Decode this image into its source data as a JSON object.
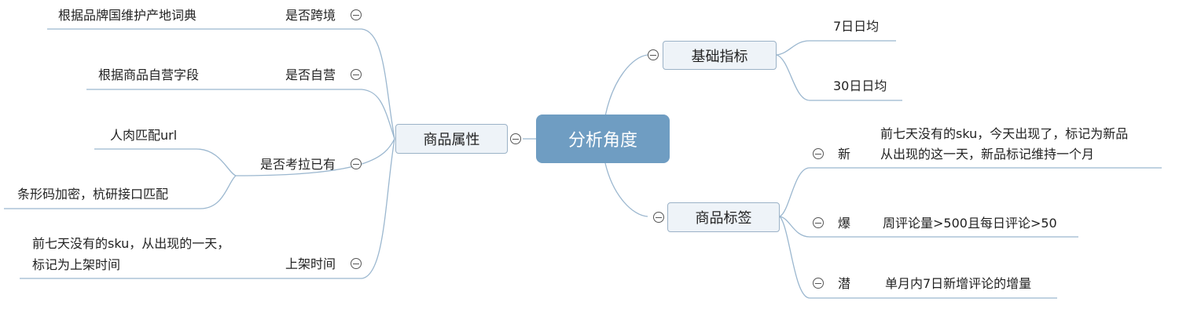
{
  "central": {
    "label": "分析角度"
  },
  "left_branch": {
    "label": "商品属性",
    "children": [
      {
        "label": "是否跨境",
        "notes": [
          "根据品牌国维护产地词典"
        ]
      },
      {
        "label": "是否自营",
        "notes": [
          "根据商品自营字段"
        ]
      },
      {
        "label": "是否考拉已有",
        "notes": [
          "人肉匹配url",
          "条形码加密，杭研接口匹配"
        ]
      },
      {
        "label": "上架时间",
        "notes": [
          "前七天没有的sku，从出现的一天，",
          "标记为上架时间"
        ]
      }
    ]
  },
  "right_branches": [
    {
      "label": "基础指标",
      "children": [
        {
          "label": "7日日均"
        },
        {
          "label": "30日日均"
        }
      ]
    },
    {
      "label": "商品标签",
      "children": [
        {
          "label": "新",
          "notes": [
            "前七天没有的sku，今天出现了，标记为新品",
            "从出现的这一天，新品标记维持一个月"
          ]
        },
        {
          "label": "爆",
          "notes": [
            "周评论量>500且每日评论>50"
          ]
        },
        {
          "label": "潜",
          "notes": [
            "单月内7日新增评论的增量"
          ]
        }
      ]
    }
  ],
  "colors": {
    "line": "#9bb7cf",
    "central_fill": "#6f9dc2",
    "node_fill": "#eef3f8",
    "node_border": "#9bb2c7"
  },
  "icons": {
    "collapse": "minus-circle-icon"
  }
}
